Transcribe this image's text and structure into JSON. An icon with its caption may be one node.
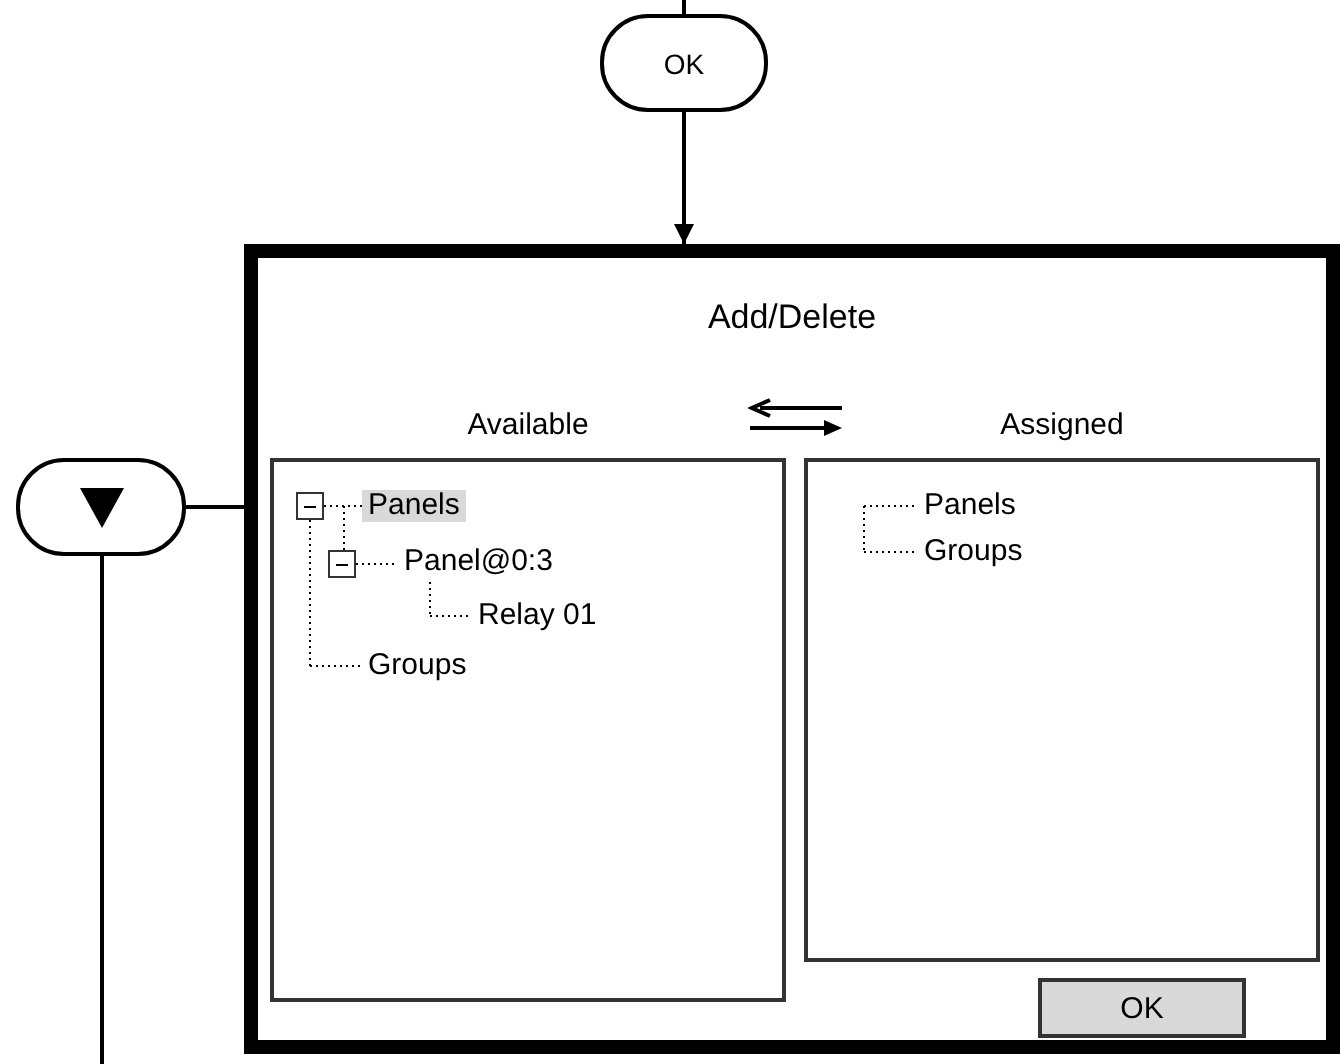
{
  "diagram": {
    "nodes": [
      {
        "text": [
          "OK"
        ]
      },
      {
        "text": [
          "Add/Delete"
        ]
      },
      {
        "text": [
          "Available",
          "Panels",
          "Panel@0:3",
          "Relay 01",
          "Groups"
        ],
        "in": 1
      },
      {
        "text": [
          "Assigned",
          "Panels",
          "Groups"
        ],
        "in": 1
      },
      {
        "text": [
          "OK"
        ],
        "in": 1
      },
      {
        "text": [],
        "shape": "box"
      }
    ],
    "edges": [
      {
        "from": null,
        "to": 0,
        "arrow": "none"
      },
      {
        "from": 0,
        "to": 1,
        "arrow": "to"
      },
      {
        "from": 5,
        "to": 1,
        "arrow": "none"
      },
      {
        "from": 5,
        "to": null,
        "arrow": "none"
      }
    ]
  }
}
